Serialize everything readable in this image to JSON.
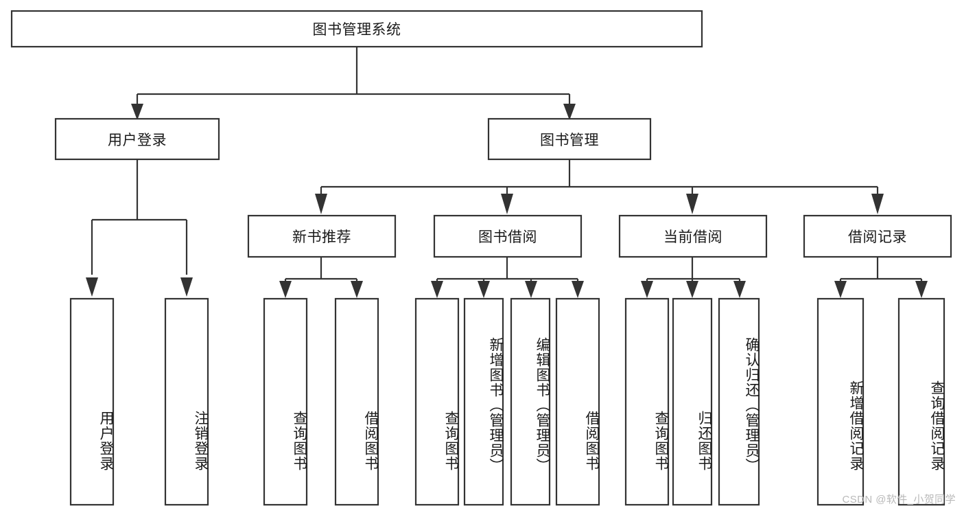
{
  "diagram": {
    "type": "tree-hierarchy-flowchart",
    "title": "图书管理系统",
    "watermark": "CSDN @软件_小贺同学",
    "colors": {
      "background": "#ffffff",
      "box_fill": "#ffffff",
      "box_stroke": "#333333",
      "text": "#1a1a1a",
      "watermark": "#b9b9b9"
    },
    "nodes": {
      "root": {
        "label": "图书管理系统",
        "level": 1,
        "orientation": "horizontal"
      },
      "user_login": {
        "label": "用户登录",
        "level": 2,
        "orientation": "horizontal"
      },
      "book_manage": {
        "label": "图书管理",
        "level": 2,
        "orientation": "horizontal"
      },
      "new_book_rec": {
        "label": "新书推荐",
        "level": 3,
        "orientation": "horizontal"
      },
      "book_borrow": {
        "label": "图书借阅",
        "level": 3,
        "orientation": "horizontal"
      },
      "current_borrow": {
        "label": "当前借阅",
        "level": 3,
        "orientation": "horizontal"
      },
      "borrow_record": {
        "label": "借阅记录",
        "level": 3,
        "orientation": "horizontal"
      },
      "leaf_user_login": {
        "label": "用户登录",
        "level": 4,
        "orientation": "vertical"
      },
      "leaf_logout": {
        "label": "注销登录",
        "level": 4,
        "orientation": "vertical"
      },
      "leaf_query_book_1": {
        "label": "查询图书",
        "level": 4,
        "orientation": "vertical"
      },
      "leaf_borrow_book_1": {
        "label": "借阅图书",
        "level": 4,
        "orientation": "vertical"
      },
      "leaf_query_book_2": {
        "label": "查询图书",
        "level": 4,
        "orientation": "vertical"
      },
      "leaf_add_book": {
        "label": "新增图书（管理员）",
        "level": 4,
        "orientation": "vertical"
      },
      "leaf_edit_book": {
        "label": "编辑图书（管理员）",
        "level": 4,
        "orientation": "vertical"
      },
      "leaf_borrow_book_2": {
        "label": "借阅图书",
        "level": 4,
        "orientation": "vertical"
      },
      "leaf_query_book_3": {
        "label": "查询图书",
        "level": 4,
        "orientation": "vertical"
      },
      "leaf_return_book": {
        "label": "归还图书",
        "level": 4,
        "orientation": "vertical"
      },
      "leaf_confirm_return": {
        "label": "确认归还（管理员）",
        "level": 4,
        "orientation": "vertical"
      },
      "leaf_add_record": {
        "label": "新增借阅记录",
        "level": 4,
        "orientation": "vertical"
      },
      "leaf_query_record": {
        "label": "查询借阅记录",
        "level": 4,
        "orientation": "vertical"
      }
    },
    "edges": [
      {
        "from": "root",
        "to": "user_login"
      },
      {
        "from": "root",
        "to": "book_manage"
      },
      {
        "from": "user_login",
        "to": "leaf_user_login"
      },
      {
        "from": "user_login",
        "to": "leaf_logout"
      },
      {
        "from": "book_manage",
        "to": "new_book_rec"
      },
      {
        "from": "book_manage",
        "to": "book_borrow"
      },
      {
        "from": "book_manage",
        "to": "current_borrow"
      },
      {
        "from": "book_manage",
        "to": "borrow_record"
      },
      {
        "from": "new_book_rec",
        "to": "leaf_query_book_1"
      },
      {
        "from": "new_book_rec",
        "to": "leaf_borrow_book_1"
      },
      {
        "from": "book_borrow",
        "to": "leaf_query_book_2"
      },
      {
        "from": "book_borrow",
        "to": "leaf_add_book"
      },
      {
        "from": "book_borrow",
        "to": "leaf_edit_book"
      },
      {
        "from": "book_borrow",
        "to": "leaf_borrow_book_2"
      },
      {
        "from": "current_borrow",
        "to": "leaf_query_book_3"
      },
      {
        "from": "current_borrow",
        "to": "leaf_return_book"
      },
      {
        "from": "current_borrow",
        "to": "leaf_confirm_return"
      },
      {
        "from": "borrow_record",
        "to": "leaf_add_record"
      },
      {
        "from": "borrow_record",
        "to": "leaf_query_record"
      }
    ]
  }
}
